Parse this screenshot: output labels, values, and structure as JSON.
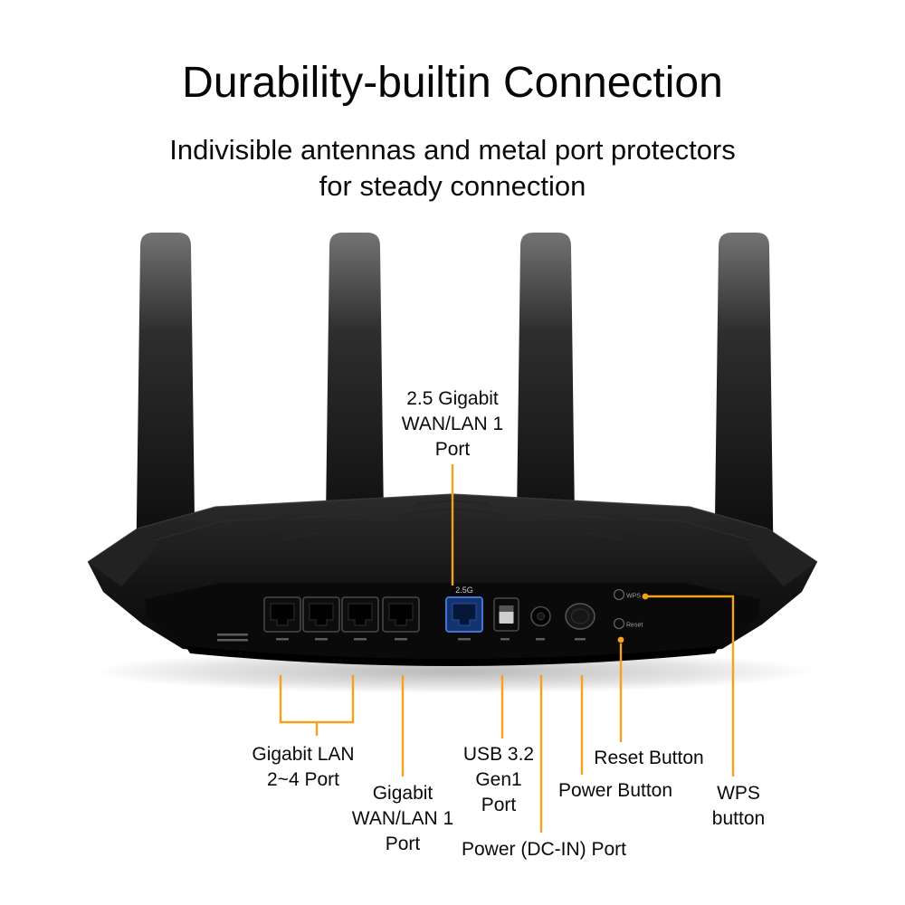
{
  "colors": {
    "accent_callout": "#F5A11C",
    "wan_port_blue": "#123270",
    "chassis_black": "#0a0a0a"
  },
  "header": {
    "title": "Durability-builtin Connection",
    "subtitle_line1": "Indivisible antennas and metal port protectors",
    "subtitle_line2": "for steady connection"
  },
  "callouts": {
    "wan25": [
      "2.5 Gigabit",
      "WAN/LAN 1",
      "Port"
    ],
    "lan": [
      "Gigabit LAN",
      "2~4 Port"
    ],
    "wan1": [
      "Gigabit",
      "WAN/LAN 1",
      "Port"
    ],
    "usb": [
      "USB 3.2",
      "Gen1",
      "Port"
    ],
    "dcin": [
      "Power (DC-IN) Port"
    ],
    "power": [
      "Power Button"
    ],
    "reset": [
      "Reset Button"
    ],
    "wps": [
      "WPS",
      "button"
    ]
  },
  "chassis_labels": {
    "wan_port": "2.5G",
    "wps_small": "WPS",
    "reset_small": "Reset"
  }
}
